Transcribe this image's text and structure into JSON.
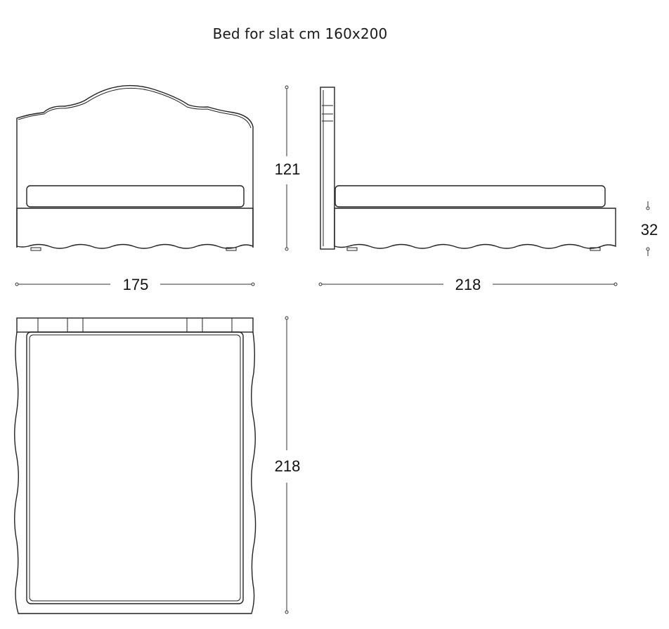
{
  "title": "Bed for slat cm 160x200",
  "front_view": {
    "width_label": "175",
    "height_label": "121"
  },
  "side_view": {
    "length_label": "218",
    "base_height_label": "32"
  },
  "top_view": {
    "length_label": "218"
  },
  "colors": {
    "line": "#222222",
    "background": "#ffffff"
  }
}
